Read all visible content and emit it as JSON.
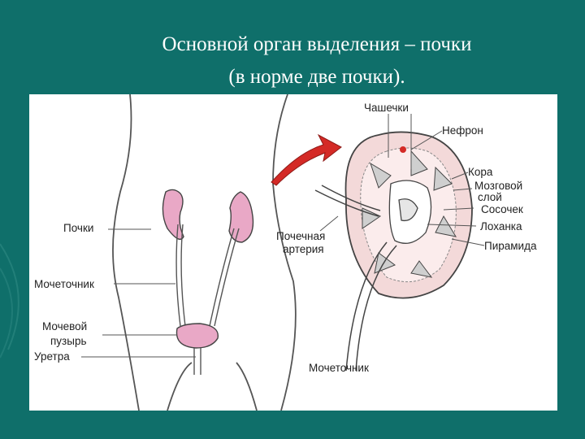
{
  "slide": {
    "title_line1": "Основной орган выделения – почки",
    "title_line2": "(в норме две почки)."
  },
  "figure": {
    "labels": {
      "kidneys": "Почки",
      "ureter_left": "Мочеточник",
      "bladder_line1": "Мочевой",
      "bladder_line2": "пузырь",
      "urethra": "Уретра",
      "renal_artery_line1": "Почечная",
      "renal_artery_line2": "артерия",
      "ureter_bottom": "Мочеточник",
      "calyces": "Чашечки",
      "nephron": "Нефрон",
      "cortex": "Кора",
      "medulla_line1": "Мозговой",
      "medulla_line2": "слой",
      "papilla": "Сосочек",
      "pelvis": "Лоханка",
      "pyramid": "Пирамида"
    }
  },
  "colors": {
    "background": "#0f6f6a",
    "kidney_pink": "#e9a8c6",
    "arrow_red": "#d42a26",
    "cortex_fill": "#f3d9d9"
  }
}
